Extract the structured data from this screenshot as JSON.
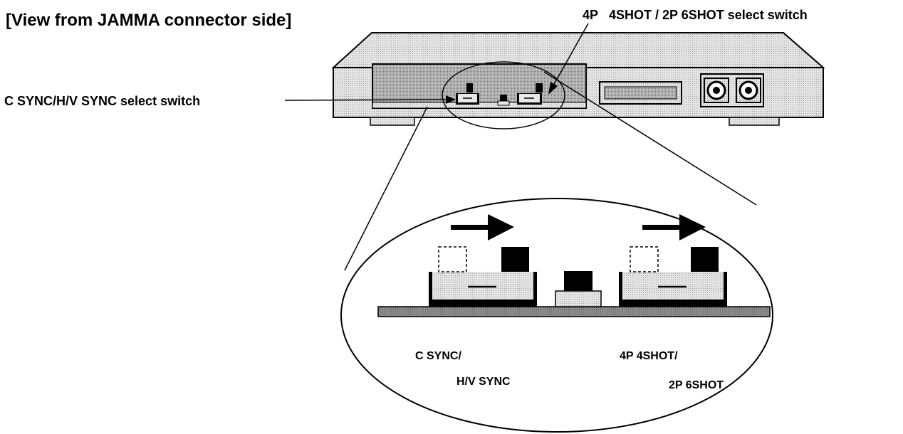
{
  "title": "[View from JAMMA connector side]",
  "callouts": {
    "top_right": "4P   4SHOT / 2P 6SHOT select switch",
    "left": "C SYNC/H/V SYNC select switch"
  },
  "zoom_labels": {
    "sync_line1": "C SYNC/",
    "sync_line2": "H/V SYNC",
    "shot_line1": "4P 4SHOT/",
    "shot_line2": "2P 6SHOT"
  },
  "colors": {
    "ink": "#000000",
    "panel_gray": "#c8c8c8",
    "light_gray": "#e6e6e6",
    "board_gray": "#9a9a9a"
  },
  "icons": [
    "arrow-right-icon",
    "rca-jack-icon"
  ]
}
